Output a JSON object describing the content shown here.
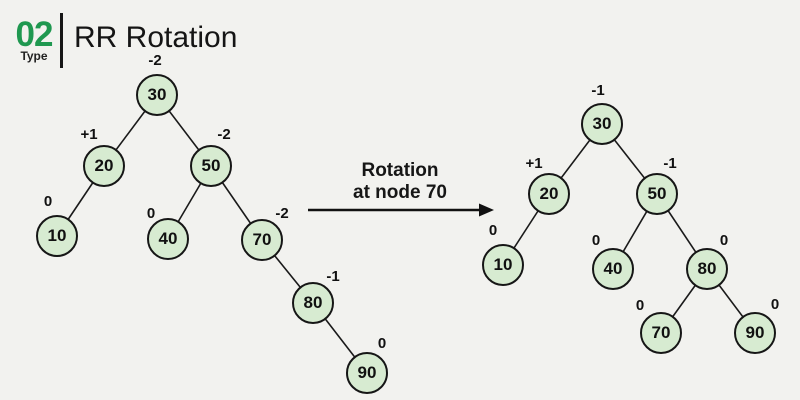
{
  "header": {
    "badge_number": "02",
    "badge_caption": "Type",
    "title": "RR Rotation"
  },
  "arrow_label": {
    "line1": "Rotation",
    "line2": "at node 70"
  },
  "colors": {
    "background": "#f2f2ef",
    "node_fill": "#d7ebd1",
    "node_border": "#161616",
    "accent_green": "#1f9850",
    "text": "#111111"
  },
  "trees": [
    {
      "name": "before-rotation",
      "nodes": [
        {
          "value": "30",
          "bf": "-2"
        },
        {
          "value": "20",
          "bf": "+1"
        },
        {
          "value": "50",
          "bf": "-2"
        },
        {
          "value": "10",
          "bf": "0"
        },
        {
          "value": "40",
          "bf": "0"
        },
        {
          "value": "70",
          "bf": "-2"
        },
        {
          "value": "80",
          "bf": "-1"
        },
        {
          "value": "90",
          "bf": "0"
        }
      ],
      "edges": [
        [
          "30",
          "20"
        ],
        [
          "30",
          "50"
        ],
        [
          "20",
          "10"
        ],
        [
          "50",
          "40"
        ],
        [
          "50",
          "70"
        ],
        [
          "70",
          "80"
        ],
        [
          "80",
          "90"
        ]
      ]
    },
    {
      "name": "after-rotation",
      "nodes": [
        {
          "value": "30",
          "bf": "-1"
        },
        {
          "value": "20",
          "bf": "+1"
        },
        {
          "value": "50",
          "bf": "-1"
        },
        {
          "value": "10",
          "bf": "0"
        },
        {
          "value": "40",
          "bf": "0"
        },
        {
          "value": "80",
          "bf": "0"
        },
        {
          "value": "70",
          "bf": "0"
        },
        {
          "value": "90",
          "bf": "0"
        }
      ],
      "edges": [
        [
          "30",
          "20"
        ],
        [
          "30",
          "50"
        ],
        [
          "20",
          "10"
        ],
        [
          "50",
          "40"
        ],
        [
          "50",
          "80"
        ],
        [
          "80",
          "70"
        ],
        [
          "80",
          "90"
        ]
      ]
    }
  ]
}
